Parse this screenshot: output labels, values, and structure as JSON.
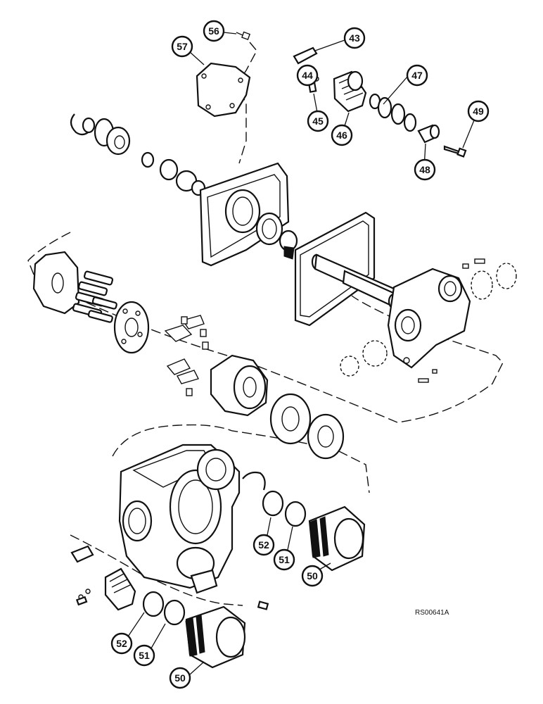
{
  "drawing_code": "RS00641A",
  "callouts": [
    {
      "id": "c56",
      "label": "56"
    },
    {
      "id": "c57",
      "label": "57"
    },
    {
      "id": "c43",
      "label": "43"
    },
    {
      "id": "c44",
      "label": "44"
    },
    {
      "id": "c45",
      "label": "45"
    },
    {
      "id": "c46",
      "label": "46"
    },
    {
      "id": "c47",
      "label": "47"
    },
    {
      "id": "c48",
      "label": "48"
    },
    {
      "id": "c49",
      "label": "49"
    },
    {
      "id": "c52a",
      "label": "52"
    },
    {
      "id": "c51a",
      "label": "51"
    },
    {
      "id": "c50a",
      "label": "50"
    },
    {
      "id": "c52b",
      "label": "52"
    },
    {
      "id": "c51b",
      "label": "51"
    },
    {
      "id": "c50b",
      "label": "50"
    }
  ]
}
